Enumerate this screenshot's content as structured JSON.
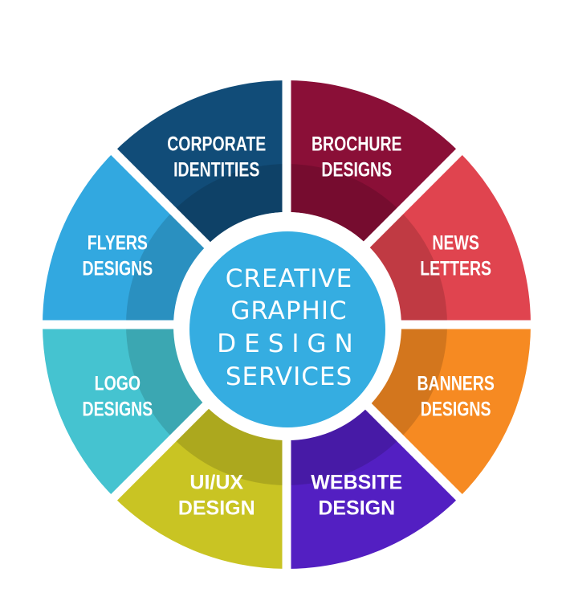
{
  "center": {
    "lines": [
      "CREATIVE",
      "GRAPHIC",
      "DESIGN",
      "SERVICES"
    ],
    "color": "#35ade1"
  },
  "segments": [
    {
      "id": "brochure-designs",
      "lines": [
        "BROCHURE",
        "DESIGNS"
      ],
      "color": "#8a0f37"
    },
    {
      "id": "news-letters",
      "lines": [
        "NEWS",
        "LETTERS"
      ],
      "color": "#e0444f"
    },
    {
      "id": "banners-designs",
      "lines": [
        "BANNERS",
        "DESIGNS"
      ],
      "color": "#f68a22"
    },
    {
      "id": "website-design",
      "lines": [
        "WEBSITE",
        "DESIGN"
      ],
      "color": "#531fc2"
    },
    {
      "id": "uiux-design",
      "lines": [
        "UI/UX",
        "DESIGN"
      ],
      "color": "#c9c423"
    },
    {
      "id": "logo-designs",
      "lines": [
        "LOGO",
        "DESIGNS"
      ],
      "color": "#45c3d0"
    },
    {
      "id": "flyers-designs",
      "lines": [
        "FLYERS",
        "DESIGNS"
      ],
      "color": "#32a8e0"
    },
    {
      "id": "corporate-identities",
      "lines": [
        "CORPORATE",
        "IDENTITIES"
      ],
      "color": "#114c78"
    }
  ]
}
